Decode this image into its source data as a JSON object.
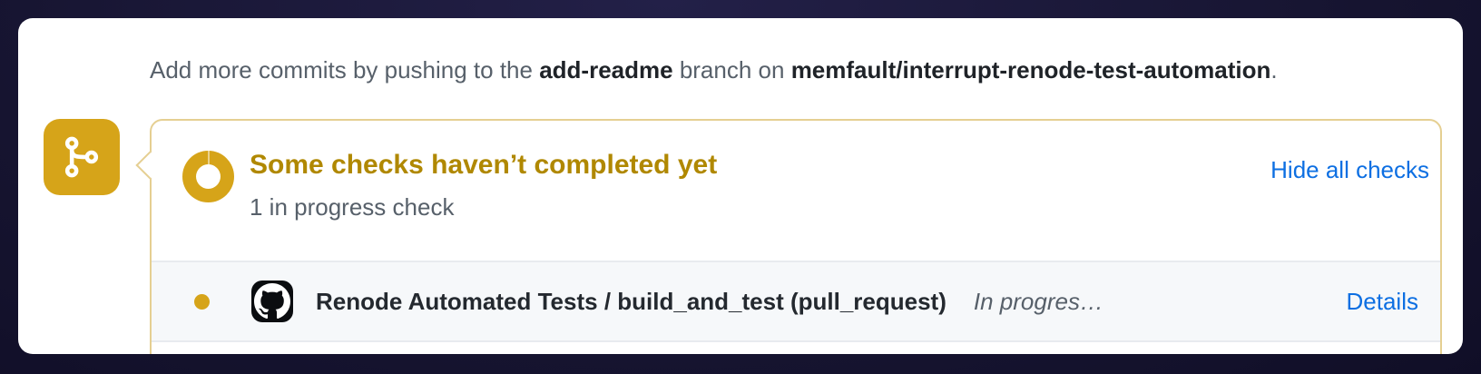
{
  "notice": {
    "text_before_branch": "Add more commits by pushing to the ",
    "branch": "add-readme",
    "text_between": " branch on ",
    "repo": "memfault/interrupt-renode-test-automation",
    "text_after": "."
  },
  "checks_summary": {
    "heading": "Some checks haven’t completed yet",
    "subtitle": "1 in progress check",
    "hide_all_label": "Hide all checks"
  },
  "check_row": {
    "name": "Renode Automated Tests / build_and_test (pull_request)",
    "status": "In progres…",
    "details_label": "Details"
  },
  "icons": {
    "badge": "git-branch-icon",
    "summary_status": "in-progress-ring-icon",
    "row_status": "yellow-dot-icon",
    "row_avatar": "github-octocat-icon"
  },
  "colors": {
    "gold": "#d6a419",
    "heading_gold": "#b08800",
    "pale_gold_border": "#e5cf92",
    "link_blue": "#0d6fe2",
    "muted_text": "#57606a",
    "dark_text": "#1f2328",
    "row_background": "#f6f8fa",
    "page_background": "#14122c"
  }
}
